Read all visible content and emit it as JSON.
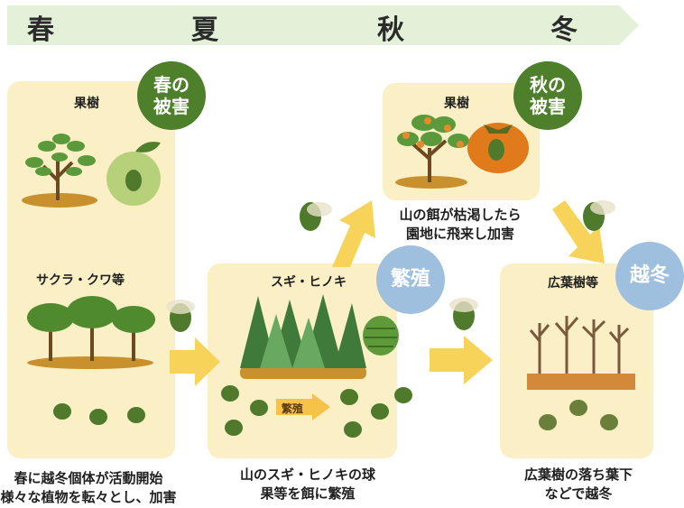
{
  "seasons": {
    "spring": "春",
    "summer": "夏",
    "autumn": "秋",
    "winter": "冬"
  },
  "panels": {
    "spring_fruit_title": "果樹",
    "spring_sakura_title": "サクラ・クワ等",
    "summer_cedar_title": "スギ・ヒノキ",
    "autumn_fruit_title": "果樹",
    "winter_broadleaf_title": "広葉樹等"
  },
  "badges": {
    "spring_damage": [
      "春の",
      "被害"
    ],
    "autumn_damage": [
      "秋の",
      "被害"
    ],
    "breeding": "繁殖",
    "overwinter": "越冬"
  },
  "arrow_label": "繁殖",
  "captions": {
    "spring": [
      "春に越冬個体が活動開始",
      "様々な植物を転々とし、加害"
    ],
    "summer": [
      "山のスギ・ヒノキの球",
      "果等を餌に繁殖"
    ],
    "autumn": [
      "山の餌が枯渇したら",
      "園地に飛来し加害"
    ],
    "winter": [
      "広葉樹の落ち葉下",
      "などで越冬"
    ]
  },
  "colors": {
    "panel": "#fbefc6",
    "green_badge": "#4e7f2b",
    "blue_badge": "#9fbfdf",
    "arrow": "#f7d35a",
    "season_band": "#e3f1d9"
  }
}
